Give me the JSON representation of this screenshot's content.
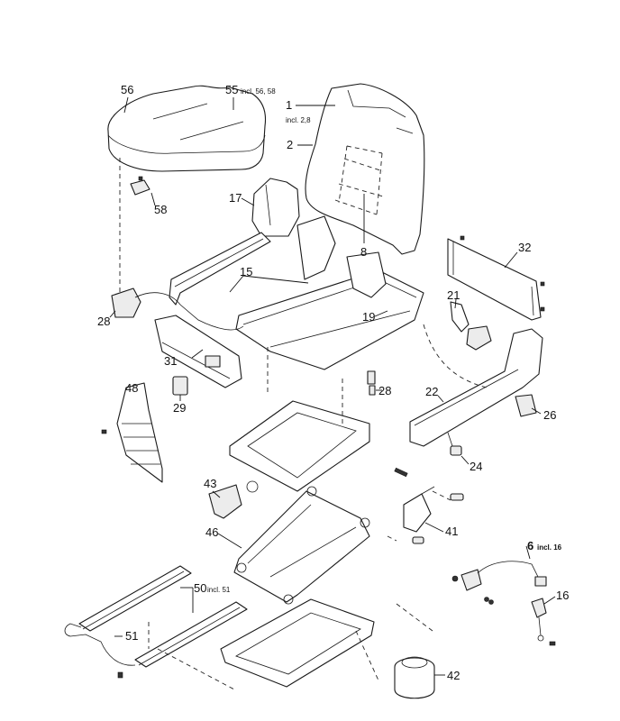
{
  "diagram": {
    "title": "Seat assembly exploded view",
    "callouts": [
      {
        "id": "56",
        "label": "56",
        "note": ""
      },
      {
        "id": "55",
        "label": "55",
        "note": "incl. 56, 58"
      },
      {
        "id": "58",
        "label": "58",
        "note": ""
      },
      {
        "id": "1",
        "label": "1",
        "note": "incl. 2,8"
      },
      {
        "id": "2",
        "label": "2",
        "note": ""
      },
      {
        "id": "8",
        "label": "8",
        "note": ""
      },
      {
        "id": "17",
        "label": "17",
        "note": ""
      },
      {
        "id": "15",
        "label": "15",
        "note": ""
      },
      {
        "id": "19",
        "label": "19",
        "note": ""
      },
      {
        "id": "32",
        "label": "32",
        "note": ""
      },
      {
        "id": "21",
        "label": "21",
        "note": ""
      },
      {
        "id": "28a",
        "label": "28",
        "note": ""
      },
      {
        "id": "31",
        "label": "31",
        "note": ""
      },
      {
        "id": "29",
        "label": "29",
        "note": ""
      },
      {
        "id": "48",
        "label": "48",
        "note": ""
      },
      {
        "id": "28b",
        "label": "28",
        "note": ""
      },
      {
        "id": "22",
        "label": "22",
        "note": ""
      },
      {
        "id": "26",
        "label": "26",
        "note": ""
      },
      {
        "id": "24",
        "label": "24",
        "note": ""
      },
      {
        "id": "43",
        "label": "43",
        "note": ""
      },
      {
        "id": "46",
        "label": "46",
        "note": ""
      },
      {
        "id": "41",
        "label": "41",
        "note": ""
      },
      {
        "id": "6",
        "label": "6",
        "note": "incl. 16"
      },
      {
        "id": "16",
        "label": "16",
        "note": ""
      },
      {
        "id": "50",
        "label": "50",
        "note": "incl. 51"
      },
      {
        "id": "51",
        "label": "51",
        "note": ""
      },
      {
        "id": "42",
        "label": "42",
        "note": ""
      }
    ]
  }
}
